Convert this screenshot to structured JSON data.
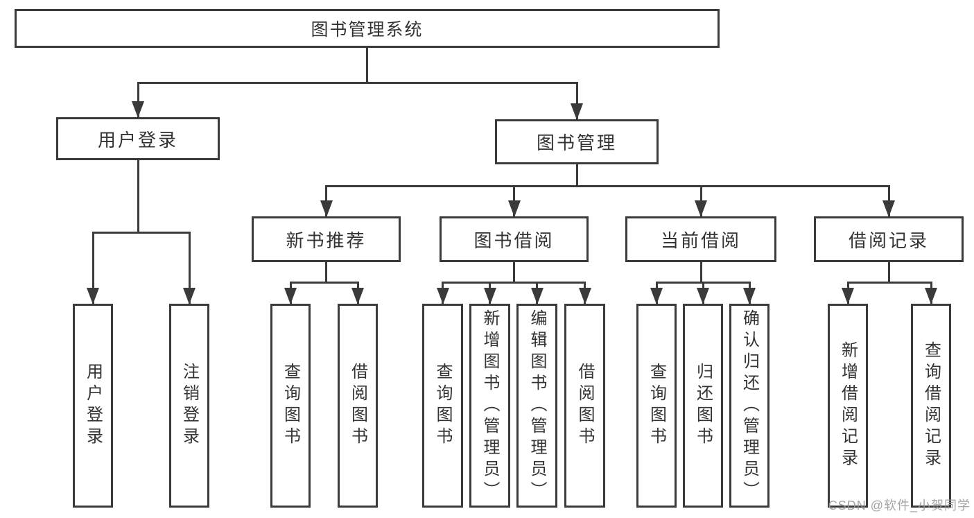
{
  "diagram": {
    "title": "图书管理系统",
    "nodes": [
      {
        "id": "root",
        "label": "图书管理系统",
        "orientation": "horizontal",
        "level": 1
      },
      {
        "id": "user-login",
        "label": "用户登录",
        "orientation": "horizontal",
        "level": 2
      },
      {
        "id": "book-mgmt",
        "label": "图书管理",
        "orientation": "horizontal",
        "level": 2
      },
      {
        "id": "new-book-rec",
        "label": "新书推荐",
        "orientation": "horizontal",
        "level": 3
      },
      {
        "id": "book-borrow",
        "label": "图书借阅",
        "orientation": "horizontal",
        "level": 3
      },
      {
        "id": "current-borrow",
        "label": "当前借阅",
        "orientation": "horizontal",
        "level": 3
      },
      {
        "id": "borrow-record",
        "label": "借阅记录",
        "orientation": "horizontal",
        "level": 3
      },
      {
        "id": "login-user",
        "label": "用户登录",
        "orientation": "vertical",
        "level": 4
      },
      {
        "id": "login-logout",
        "label": "注销登录",
        "orientation": "vertical",
        "level": 4
      },
      {
        "id": "rec-query",
        "label": "查询图书",
        "orientation": "vertical",
        "level": 4
      },
      {
        "id": "rec-borrow",
        "label": "借阅图书",
        "orientation": "vertical",
        "level": 4
      },
      {
        "id": "borrow-query",
        "label": "查询图书",
        "orientation": "vertical",
        "level": 4
      },
      {
        "id": "borrow-add",
        "label": "新增图书（管理员）",
        "orientation": "vertical",
        "level": 4
      },
      {
        "id": "borrow-edit",
        "label": "编辑图书（管理员）",
        "orientation": "vertical",
        "level": 4
      },
      {
        "id": "borrow-lend",
        "label": "借阅图书",
        "orientation": "vertical",
        "level": 4
      },
      {
        "id": "current-query",
        "label": "查询图书",
        "orientation": "vertical",
        "level": 4
      },
      {
        "id": "current-return",
        "label": "归还图书",
        "orientation": "vertical",
        "level": 4
      },
      {
        "id": "current-confirm",
        "label": "确认归还（管理员）",
        "orientation": "vertical",
        "level": 4
      },
      {
        "id": "record-add",
        "label": "新增借阅记录",
        "orientation": "vertical",
        "level": 4
      },
      {
        "id": "record-query",
        "label": "查询借阅记录",
        "orientation": "vertical",
        "level": 4
      }
    ],
    "edges": [
      {
        "from": "root",
        "to": "user-login"
      },
      {
        "from": "root",
        "to": "book-mgmt"
      },
      {
        "from": "user-login",
        "to": "login-user"
      },
      {
        "from": "user-login",
        "to": "login-logout"
      },
      {
        "from": "book-mgmt",
        "to": "new-book-rec"
      },
      {
        "from": "book-mgmt",
        "to": "book-borrow"
      },
      {
        "from": "book-mgmt",
        "to": "current-borrow"
      },
      {
        "from": "book-mgmt",
        "to": "borrow-record"
      },
      {
        "from": "new-book-rec",
        "to": "rec-query"
      },
      {
        "from": "new-book-rec",
        "to": "rec-borrow"
      },
      {
        "from": "book-borrow",
        "to": "borrow-query"
      },
      {
        "from": "book-borrow",
        "to": "borrow-add"
      },
      {
        "from": "book-borrow",
        "to": "borrow-edit"
      },
      {
        "from": "book-borrow",
        "to": "borrow-lend"
      },
      {
        "from": "current-borrow",
        "to": "current-query"
      },
      {
        "from": "current-borrow",
        "to": "current-return"
      },
      {
        "from": "current-borrow",
        "to": "current-confirm"
      },
      {
        "from": "borrow-record",
        "to": "record-add"
      },
      {
        "from": "borrow-record",
        "to": "record-query"
      }
    ]
  },
  "watermark": {
    "text": "CSDN @软件_小贺同学"
  },
  "colors": {
    "line": "#3a3a3a",
    "box_border": "#3a3a3a",
    "text": "#333333",
    "background": "#ffffff",
    "watermark": "#969696"
  }
}
